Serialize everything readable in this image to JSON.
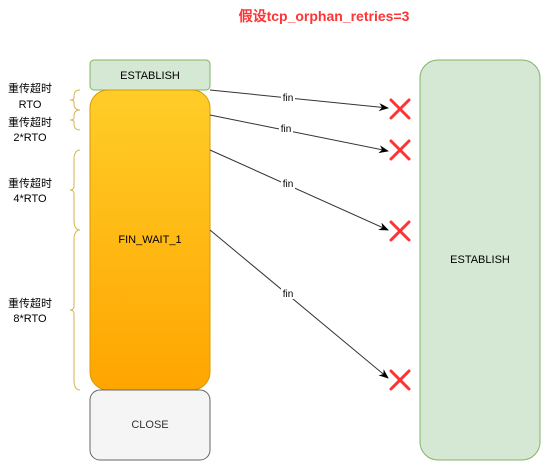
{
  "title": "假设tcp_orphan_retries=3",
  "left_states": {
    "top": "ESTABLISH",
    "middle": "FIN_WAIT_1",
    "bottom": "CLOSE"
  },
  "right_state": "ESTABLISH",
  "message_label": "fin",
  "retry_brackets": [
    {
      "line1": "重传超时",
      "line2": "RTO"
    },
    {
      "line1": "重传超时",
      "line2": "2*RTO"
    },
    {
      "line1": "重传超时",
      "line2": "4*RTO"
    },
    {
      "line1": "重传超时",
      "line2": "8*RTO"
    }
  ],
  "colors": {
    "title": "#ff3333",
    "establish_fill": "#d5e8d4",
    "establish_stroke": "#82b366",
    "fin_wait_top": "#ffcd28",
    "fin_wait_bottom": "#ffa500",
    "fin_wait_stroke": "#d79b00",
    "close_fill": "#f5f5f5",
    "close_stroke": "#666666",
    "bracket": "#d6b656",
    "cross": "#ff3333",
    "arrow": "#333333"
  }
}
